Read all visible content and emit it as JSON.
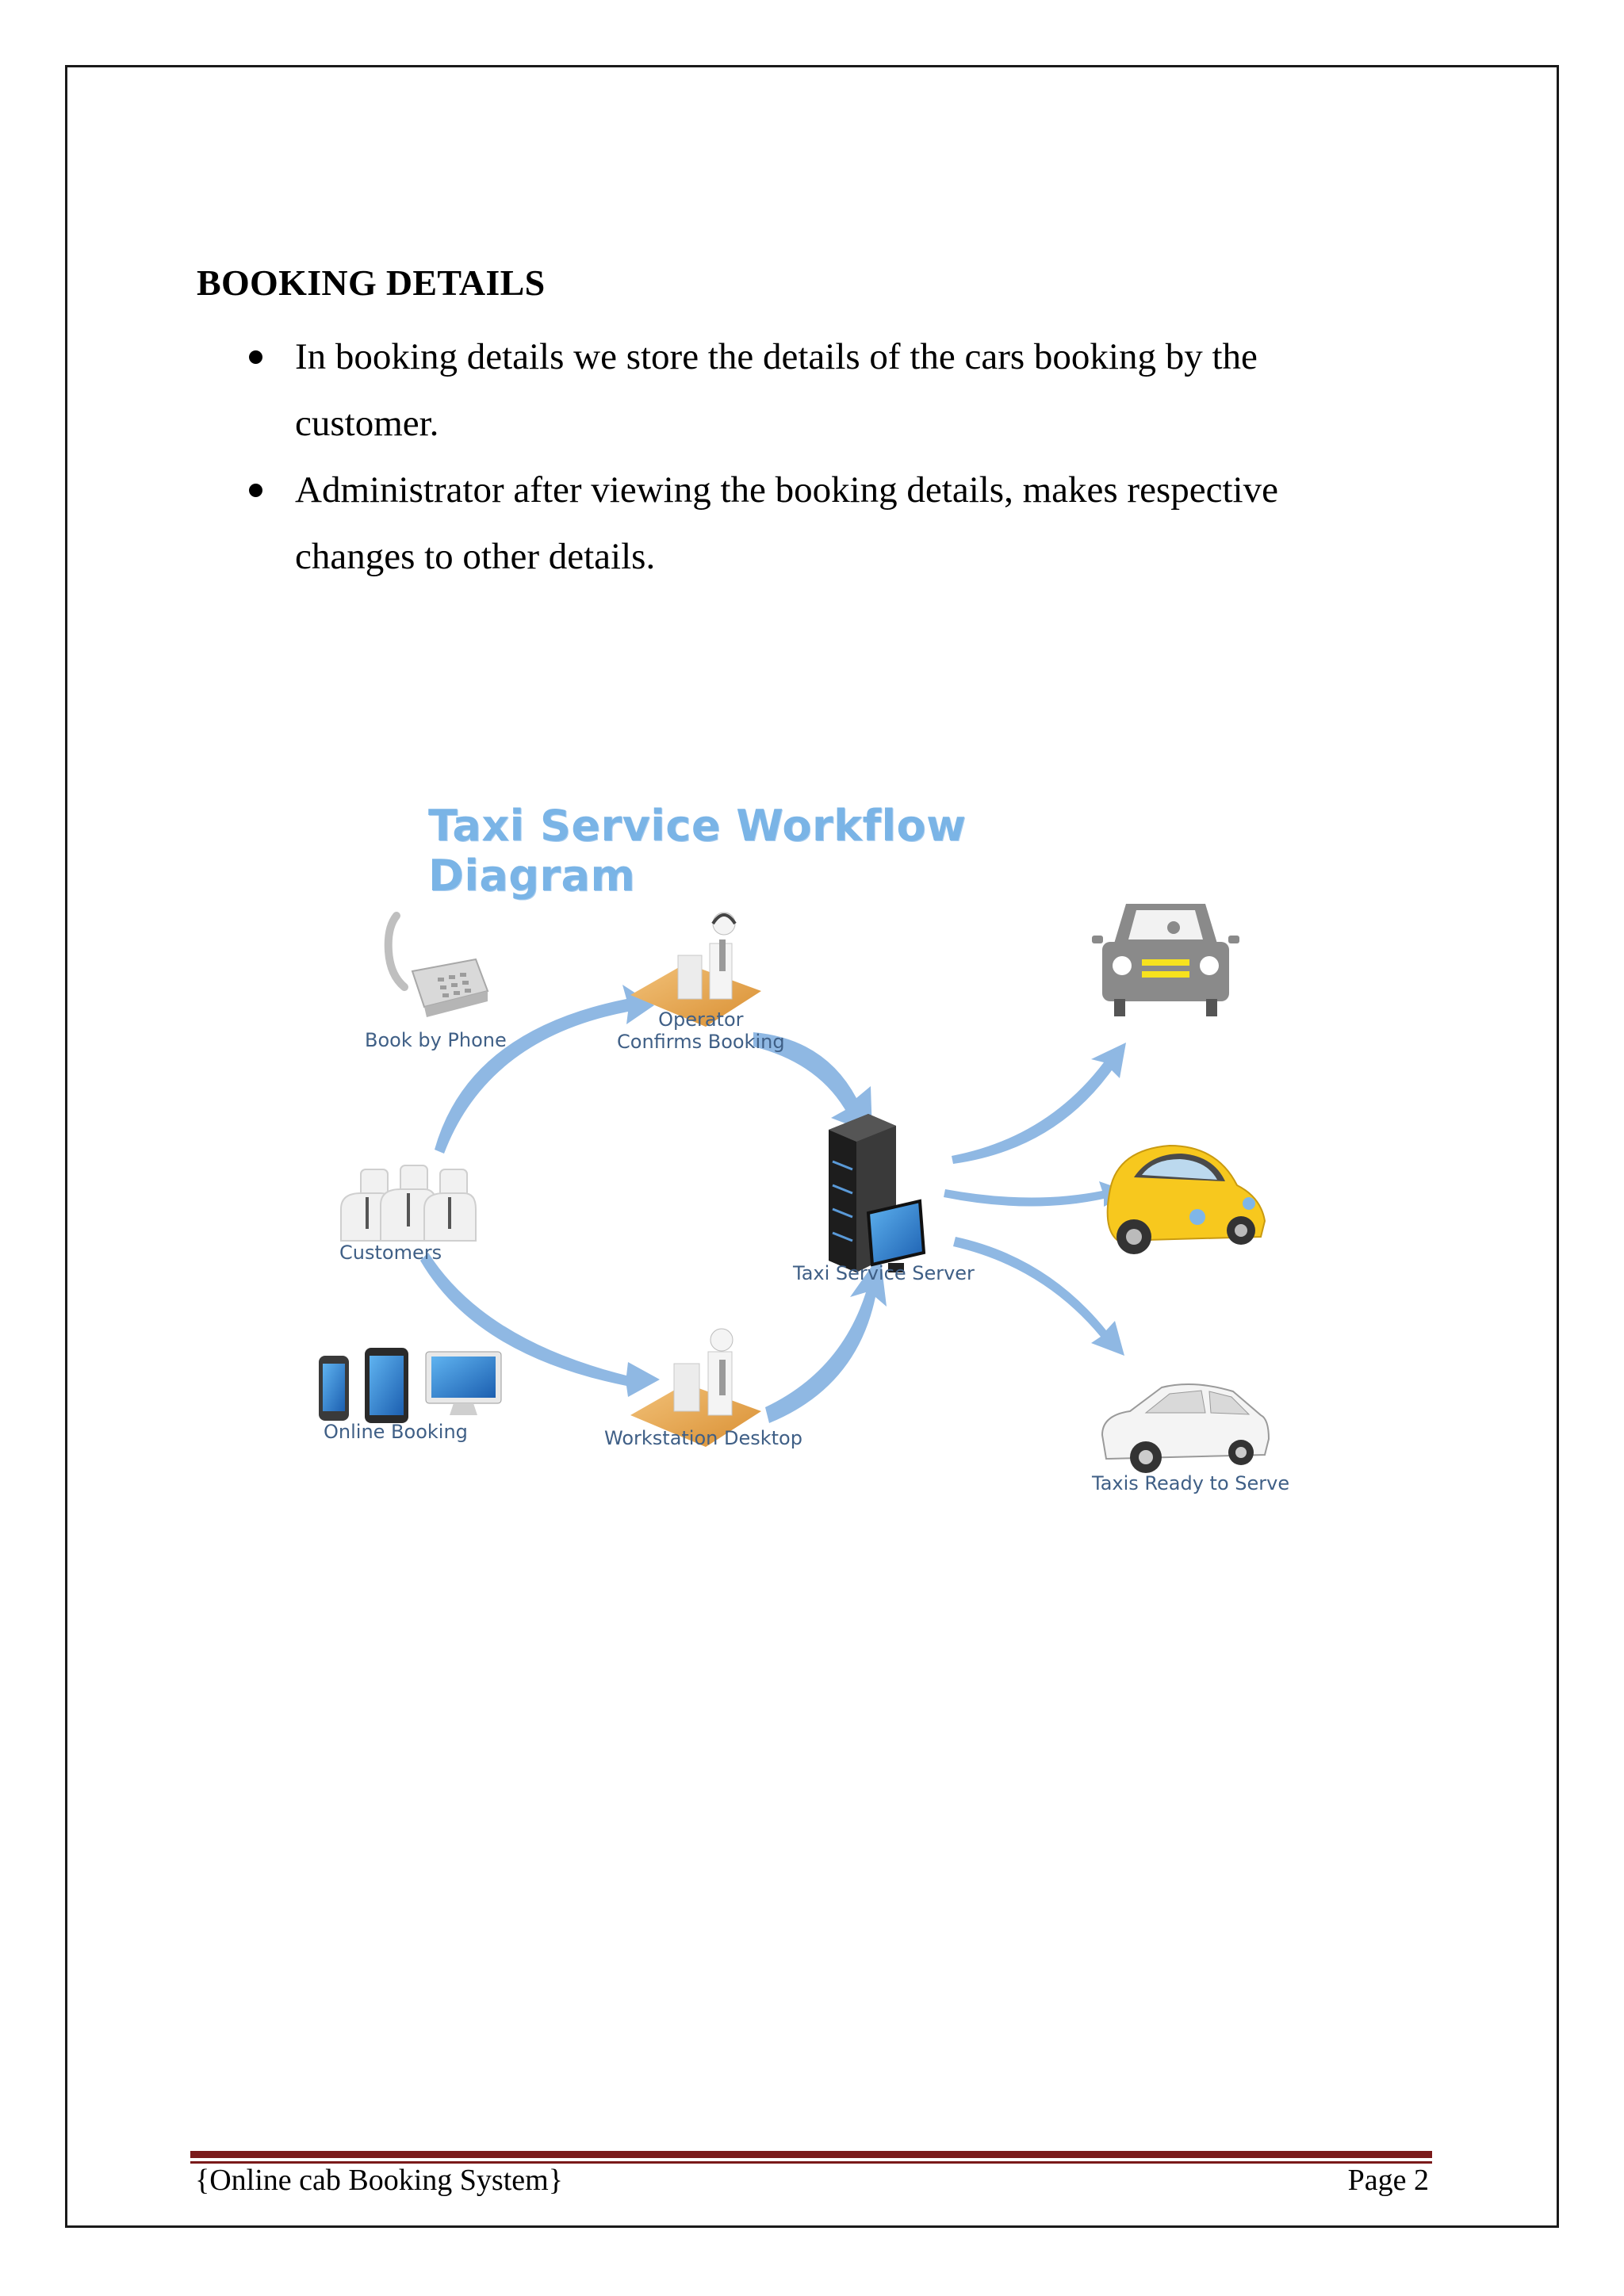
{
  "document": {
    "heading": "BOOKING DETAILS",
    "bullets": [
      "In booking details we store the details of the cars booking by the customer.",
      "Administrator after viewing the booking details, makes respective changes to other details."
    ]
  },
  "diagram": {
    "title": "Taxi Service Workflow Diagram",
    "labels": {
      "book_by_phone": "Book by Phone",
      "operator_line1": "Operator",
      "operator_line2": "Confirms Booking",
      "customers": "Customers",
      "taxi_server": "Taxi Service Server",
      "online_booking": "Online Booking",
      "workstation": "Workstation Desktop",
      "taxis_ready": "Taxis Ready to Serve"
    },
    "colors": {
      "arrow": "#8fb8e3",
      "title": "#7ab4e6",
      "label": "#3f5f86",
      "desk": "#e6a650",
      "taxi_yellow": "#f7c81e",
      "car_gray": "#8a8a8a",
      "server": "#2a2a2a"
    }
  },
  "footer": {
    "left": "{Online cab Booking System}",
    "right": "Page 2"
  }
}
